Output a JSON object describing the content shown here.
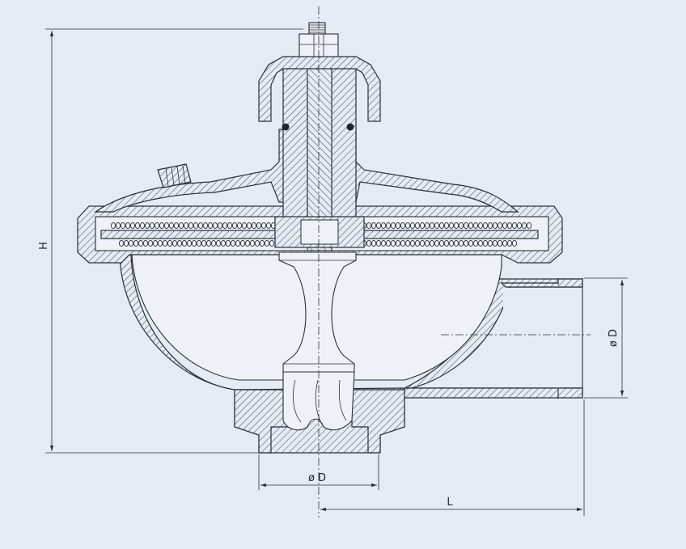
{
  "dimensions": {
    "height_label": "H",
    "outlet_diameter_label": "ø D",
    "inlet_diameter_label": "ø D",
    "length_label": "L"
  }
}
